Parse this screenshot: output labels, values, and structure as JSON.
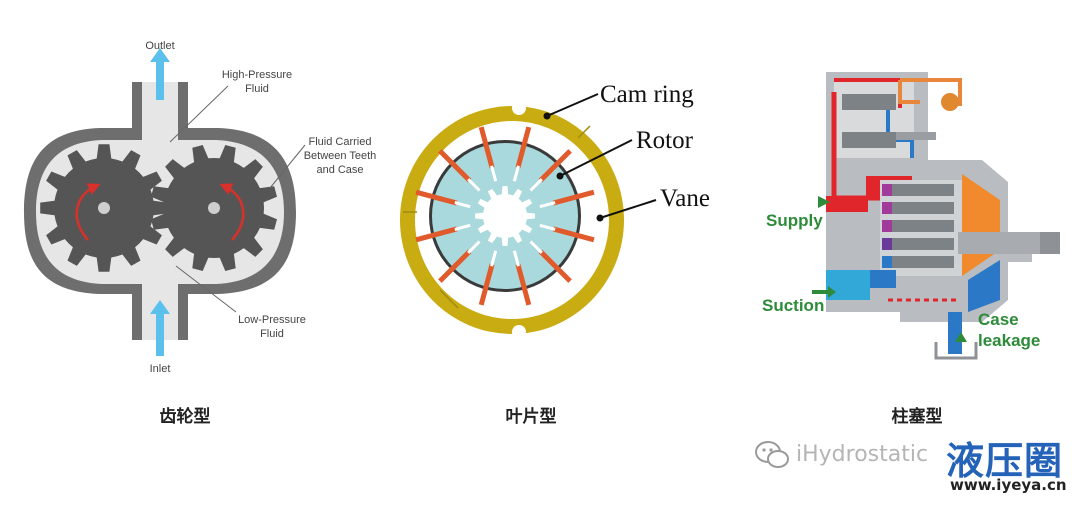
{
  "gear_pump": {
    "outlet": "Outlet",
    "high_pressure_1": "High-Pressure",
    "high_pressure_2": "Fluid",
    "fluid_carried_1": "Fluid Carried",
    "fluid_carried_2": "Between Teeth",
    "fluid_carried_3": "and Case",
    "low_pressure_1": "Low-Pressure",
    "low_pressure_2": "Fluid",
    "inlet": "Inlet",
    "caption": "齿轮型"
  },
  "vane_pump": {
    "cam_ring": "Cam ring",
    "rotor": "Rotor",
    "vane": "Vane",
    "caption": "叶片型"
  },
  "piston_pump": {
    "supply": "Supply",
    "suction": "Suction",
    "case_1": "Case",
    "case_2": "leakage",
    "caption": "柱塞型"
  },
  "watermark": {
    "text": "iHydrostatic",
    "brand": "液压圈",
    "url": "www.iyeya.cn"
  },
  "colors": {
    "arrow_blue": "#5bc0eb",
    "gear_gray": "#555555",
    "case_gray": "#6e6e6e",
    "fluid_light": "#e6e6e6",
    "rotation_red": "#d9302a",
    "cam_yellow": "#c9ac12",
    "rotor_teal": "#a9d9dc",
    "vane_orange": "#e05a2b",
    "label_green": "#2e8b3a",
    "brand_blue": "#2563b8"
  }
}
